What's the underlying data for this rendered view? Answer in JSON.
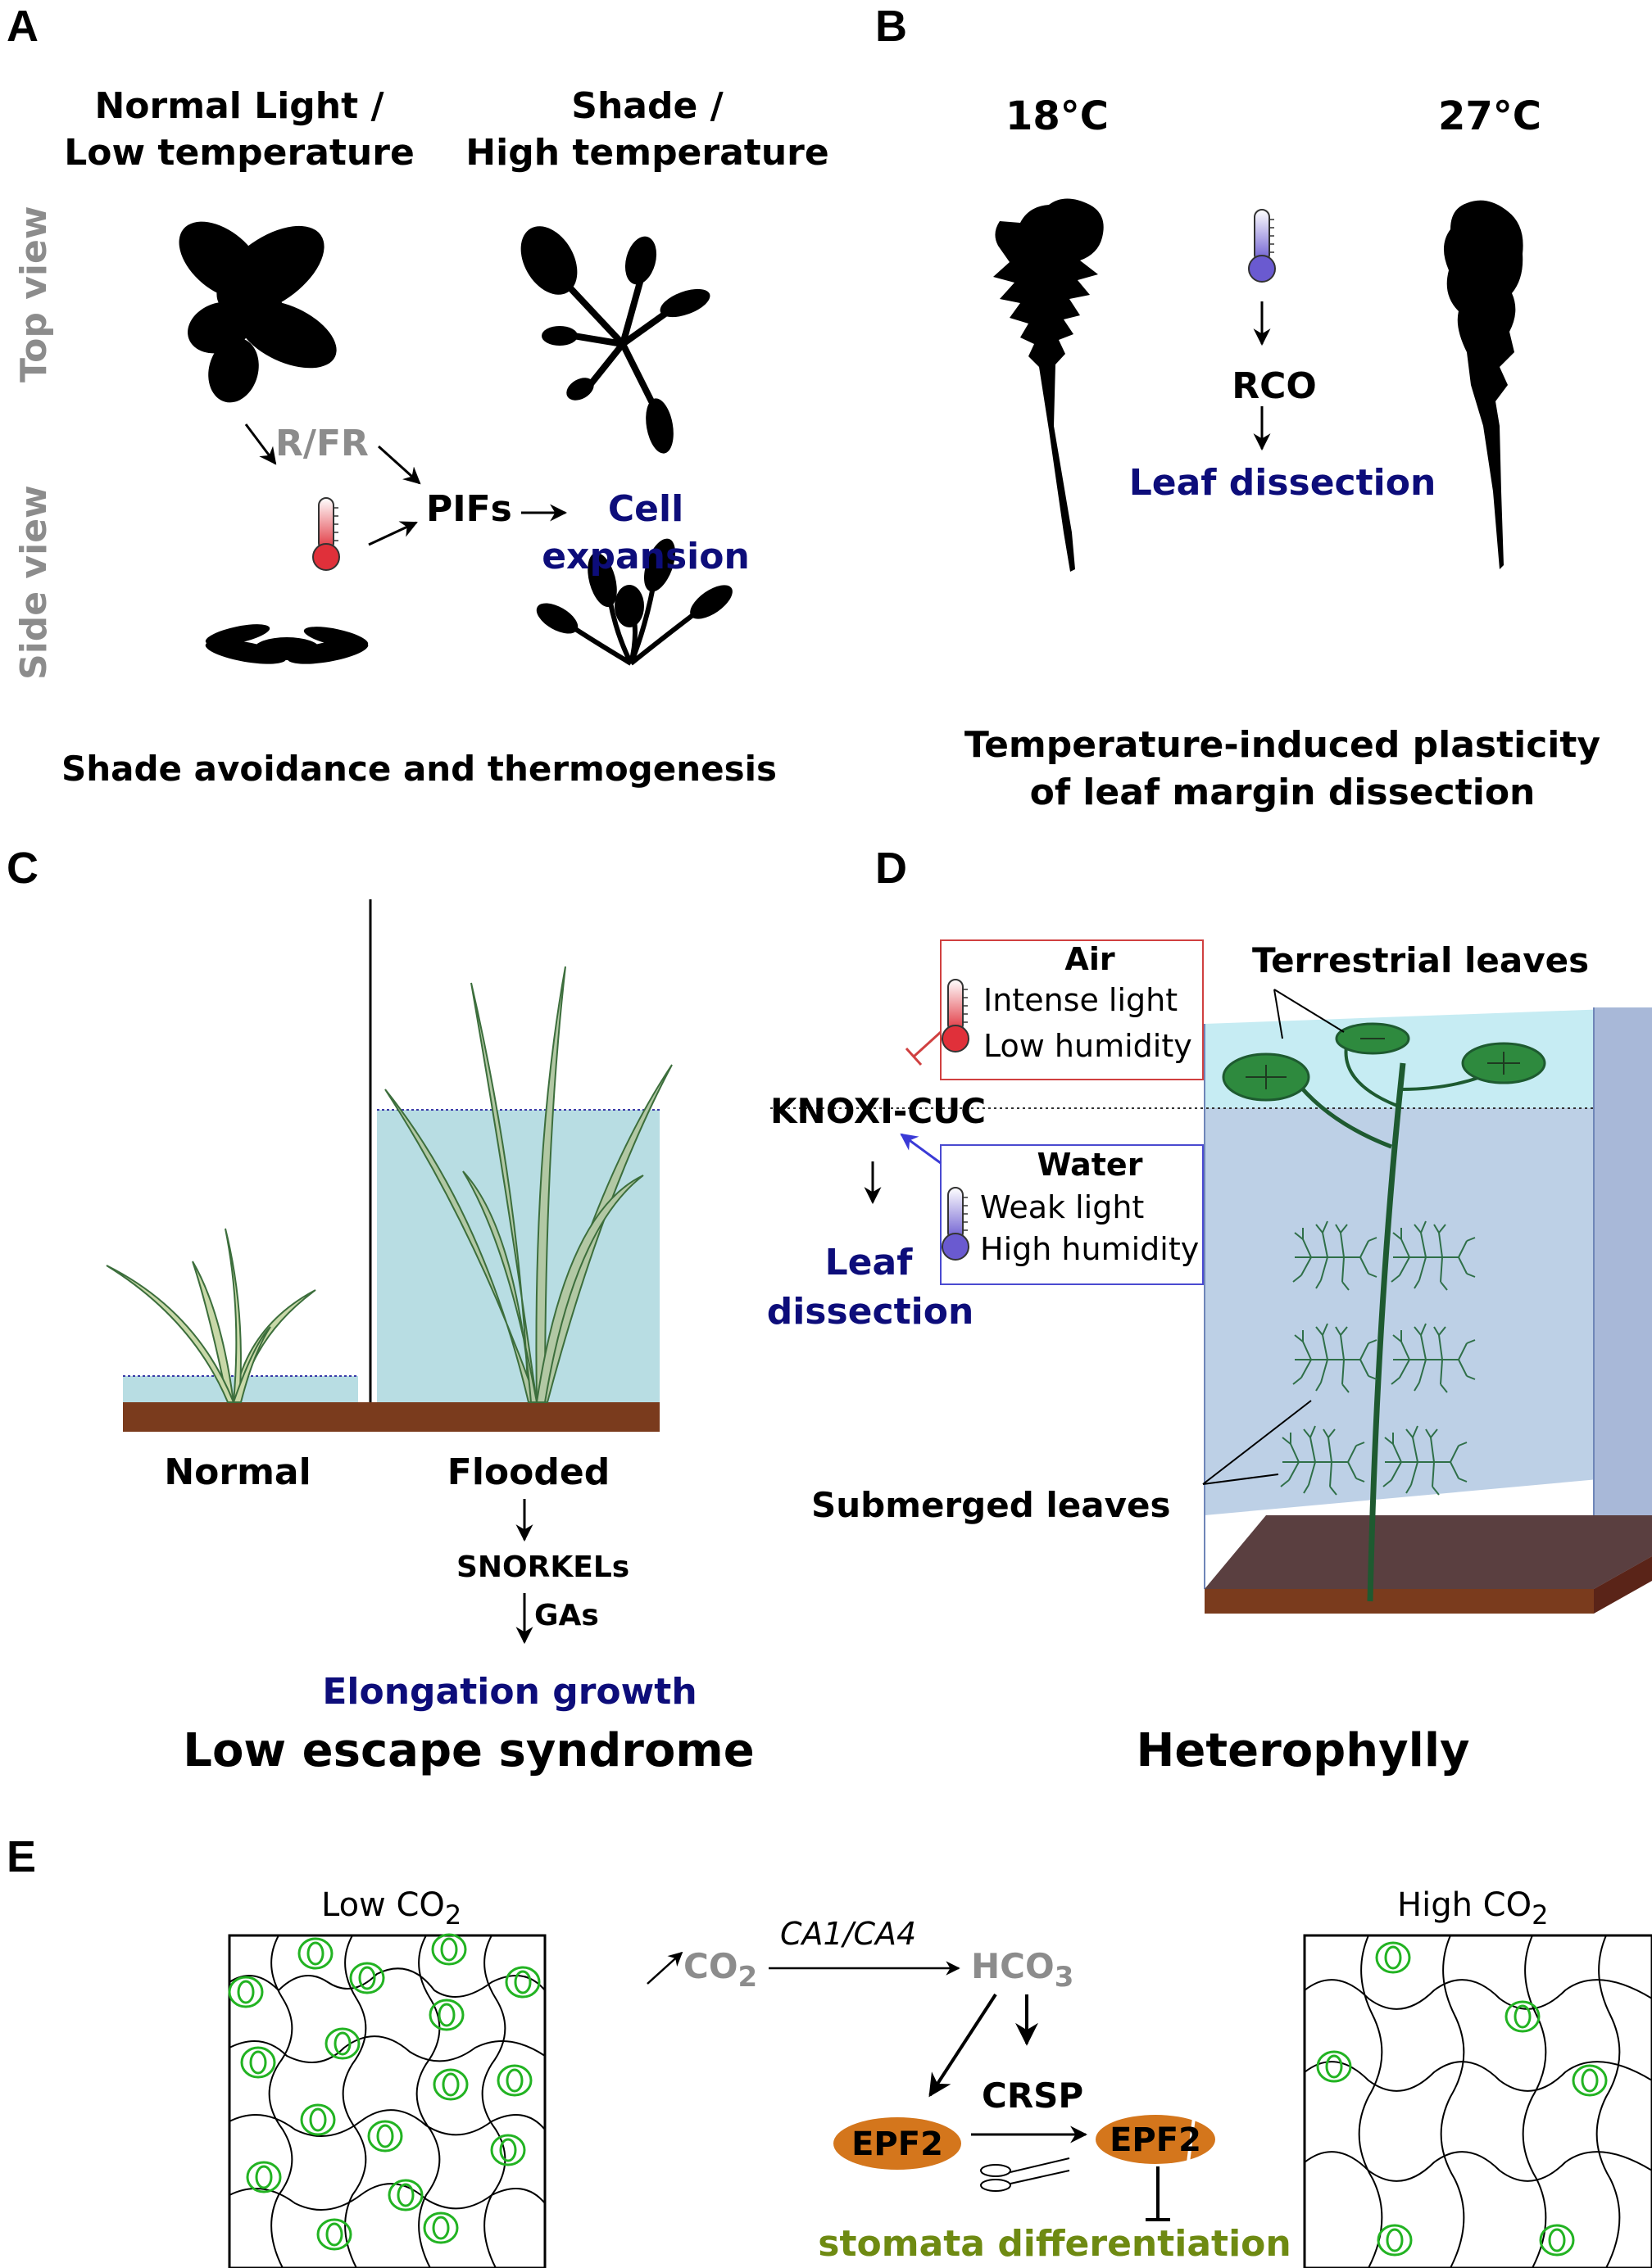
{
  "panel_a": {
    "letter": "A",
    "col1_line1": "Normal Light /",
    "col1_line2": "Low temperature",
    "col2_line1": "Shade /",
    "col2_line2": "High temperature",
    "top_view": "Top view",
    "side_view": "Side view",
    "rfr": "R/FR",
    "pifs": "PIFs",
    "cell1": "Cell",
    "cell2": "expansion",
    "caption": "Shade avoidance and thermogenesis"
  },
  "panel_b": {
    "letter": "B",
    "temp_low": "18°C",
    "temp_high": "27°C",
    "rco": "RCO",
    "outcome": "Leaf dissection",
    "caption1": "Temperature-induced plasticity",
    "caption2": "of leaf margin dissection"
  },
  "panel_c": {
    "letter": "C",
    "normal": "Normal",
    "flooded": "Flooded",
    "snorkels": "SNORKELs",
    "gas": "GAs",
    "outcome": "Elongation growth",
    "caption": "Low escape syndrome"
  },
  "panel_d": {
    "letter": "D",
    "terrestrial": "Terrestrial leaves",
    "air_title": "Air",
    "air_1": "Intense light",
    "air_2": "Low humidity",
    "knox": "KNOXI-CUC",
    "water_title": "Water",
    "water_1": "Weak light",
    "water_2": "High humidity",
    "leaf1": "Leaf",
    "leaf2": "dissection",
    "submerged": "Submerged leaves",
    "caption": "Heterophylly"
  },
  "panel_e": {
    "letter": "E",
    "low_co2": "Low CO",
    "high_co2": "High CO",
    "sub2": "2",
    "co2": "CO",
    "enzyme": "CA1/CA4",
    "hco3": "HCO",
    "sub3": "3",
    "crsp": "CRSP",
    "epf2": "EPF2",
    "outcome": "stomata differentiation"
  },
  "colors": {
    "navy": "#0d0d7a",
    "grey": "#8c8c8c",
    "water": "#b8dde3",
    "soil": "#7a3b1d",
    "epf2": "#d4761c",
    "stomata": "#22b322",
    "olive": "#6e8a12",
    "tank": "#bdd0e6",
    "tank_top": "#c6ecf3",
    "leaf_green": "#2e8a3e"
  }
}
